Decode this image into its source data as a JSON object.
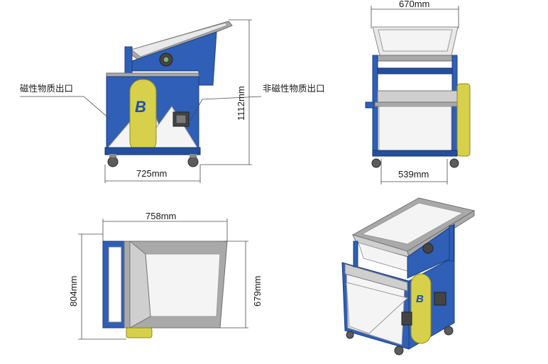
{
  "labels": {
    "magnetic_outlet": "磁性物质出口",
    "nonmagnetic_outlet": "非磁性物质出口"
  },
  "dimensions": {
    "side_height": "1112mm",
    "side_width": "725mm",
    "front_top_width": "670mm",
    "front_base_width": "539mm",
    "top_length": "758mm",
    "top_outer_depth": "804mm",
    "top_inner_depth": "679mm"
  },
  "logo_letter": "B",
  "colors": {
    "frame_blue": "#2f5fb6",
    "belt_cover_yellow": "#d7d04a",
    "hopper_steel": "#cfcfcf"
  }
}
